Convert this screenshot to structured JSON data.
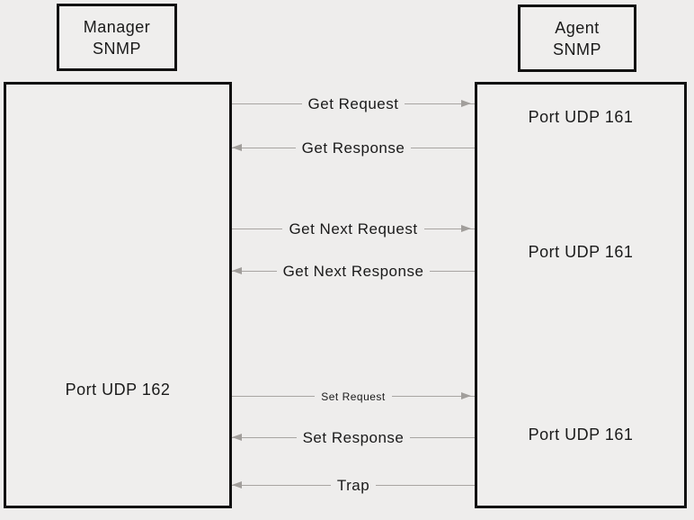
{
  "diagram": {
    "manager": {
      "line1": "Manager",
      "line2": "SNMP"
    },
    "agent": {
      "line1": "Agent",
      "line2": "SNMP"
    },
    "manager_port_label": "Port UDP 162",
    "agent_port_labels": [
      "Port UDP 161",
      "Port UDP 161",
      "Port UDP 161"
    ],
    "messages": [
      {
        "label": "Get Request",
        "direction": "left-to-right"
      },
      {
        "label": "Get Response",
        "direction": "right-to-left"
      },
      {
        "label": "Get Next Request",
        "direction": "left-to-right"
      },
      {
        "label": "Get Next Response",
        "direction": "right-to-left"
      },
      {
        "label": "Set Request",
        "direction": "left-to-right"
      },
      {
        "label": "Set Response",
        "direction": "right-to-left"
      },
      {
        "label": "Trap",
        "direction": "right-to-left"
      }
    ]
  },
  "colors": {
    "background": "#eeedec",
    "box_fill": "#efeeed",
    "box_border": "#121212",
    "arrow_line": "#a8a5a2",
    "text": "#1a1a1a"
  }
}
